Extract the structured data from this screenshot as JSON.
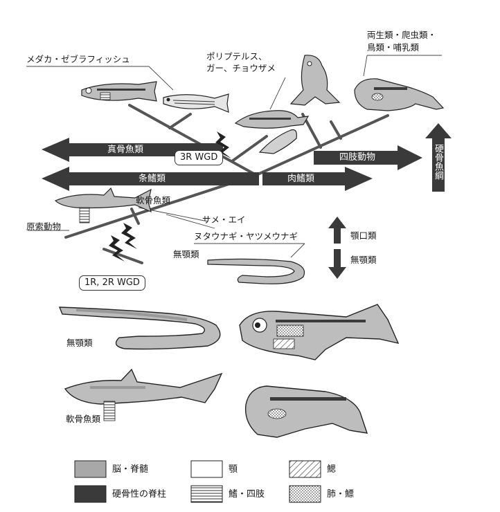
{
  "labels": {
    "teleost_model": "メダカ・ゼブラフィッシュ",
    "basal_actino": "ポリプテルス、\nガー、チョウザメ",
    "tetrapods": "両生類・爬虫類・\n鳥類・哺乳類",
    "teleosts_arrow": "真骨魚類",
    "wgd3r": "3R WGD",
    "tetrapod_arrow": "四肢動物",
    "osteichthyes": "硬骨魚綱",
    "actinopterygii": "条鰭類",
    "sarcopterygii": "肉鰭類",
    "chondrichthyes": "軟骨魚類",
    "sharks_rays": "サメ・エイ",
    "protochordates": "原索動物",
    "hagfish_lamprey": "ヌタウナギ・ヤツメウナギ",
    "agnatha_small": "無顎類",
    "wgd12r": "1R, 2R WGD",
    "gnathostomata": "顎口類",
    "agnatha_vert": "無顎類",
    "agnatha_bottom": "無顎類",
    "chondrichthyes_bottom": "軟骨魚類"
  },
  "legend": [
    {
      "label": "脳・脊髄",
      "pattern": "gray"
    },
    {
      "label": "顎",
      "pattern": "white"
    },
    {
      "label": "鰓",
      "pattern": "diagonal"
    },
    {
      "label": "硬骨性の脊柱",
      "pattern": "dark"
    },
    {
      "label": "鰭・四肢",
      "pattern": "horizontal"
    },
    {
      "label": "肺・鰾",
      "pattern": "dots"
    }
  ],
  "colors": {
    "arrow": "#3a3a3a",
    "animal_fill": "#b9b9b9",
    "brain": "#a8a8a8",
    "spine": "#3a3a3a"
  }
}
